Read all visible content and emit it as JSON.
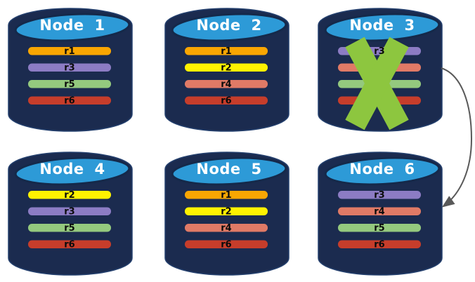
{
  "background": "#FFFFFF",
  "style": {
    "cylinder_body": "#1B2B4F",
    "cylinder_outline": "#24406E",
    "cylinder_top": "#2D9AD7",
    "cylinder_top_outline": "#15294A",
    "node_title_color": "#FFFFFF",
    "replica_label_color": "#0B0B0B",
    "failure_x_color": "#8DC63F",
    "arrow_color": "#595959"
  },
  "nodes": [
    {
      "label": "Node 1",
      "failed": false,
      "replicas": [
        {
          "label": "r1",
          "color": "#F9A602"
        },
        {
          "label": "r3",
          "color": "#8C7CC4"
        },
        {
          "label": "r5",
          "color": "#94C97E"
        },
        {
          "label": "r6",
          "color": "#C63D2B"
        }
      ]
    },
    {
      "label": "Node 2",
      "failed": false,
      "replicas": [
        {
          "label": "r1",
          "color": "#F9A602"
        },
        {
          "label": "r2",
          "color": "#FFF200"
        },
        {
          "label": "r4",
          "color": "#E07A66"
        },
        {
          "label": "r6",
          "color": "#C63D2B"
        }
      ]
    },
    {
      "label": "Node 3",
      "failed": true,
      "replicas": [
        {
          "label": "r3",
          "color": "#8C7CC4"
        },
        {
          "label": "",
          "color": "#E07A66"
        },
        {
          "label": "",
          "color": "#94C97E"
        },
        {
          "label": "",
          "color": "#C63D2B"
        }
      ]
    },
    {
      "label": "Node 4",
      "failed": false,
      "replicas": [
        {
          "label": "r2",
          "color": "#FFF200"
        },
        {
          "label": "r3",
          "color": "#8C7CC4"
        },
        {
          "label": "r5",
          "color": "#94C97E"
        },
        {
          "label": "r6",
          "color": "#C63D2B"
        }
      ]
    },
    {
      "label": "Node 5",
      "failed": false,
      "replicas": [
        {
          "label": "r1",
          "color": "#F9A602"
        },
        {
          "label": "r2",
          "color": "#FFF200"
        },
        {
          "label": "r4",
          "color": "#E07A66"
        },
        {
          "label": "r6",
          "color": "#C63D2B"
        }
      ]
    },
    {
      "label": "Node 6",
      "failed": false,
      "replicas": [
        {
          "label": "r3",
          "color": "#8C7CC4"
        },
        {
          "label": "r4",
          "color": "#E07A66"
        },
        {
          "label": "r5",
          "color": "#94C97E"
        },
        {
          "label": "r6",
          "color": "#C63D2B"
        }
      ]
    }
  ],
  "annotations": {
    "failed_node": "Node 3",
    "arrow_from": "Node 3",
    "arrow_to": "Node 6"
  }
}
